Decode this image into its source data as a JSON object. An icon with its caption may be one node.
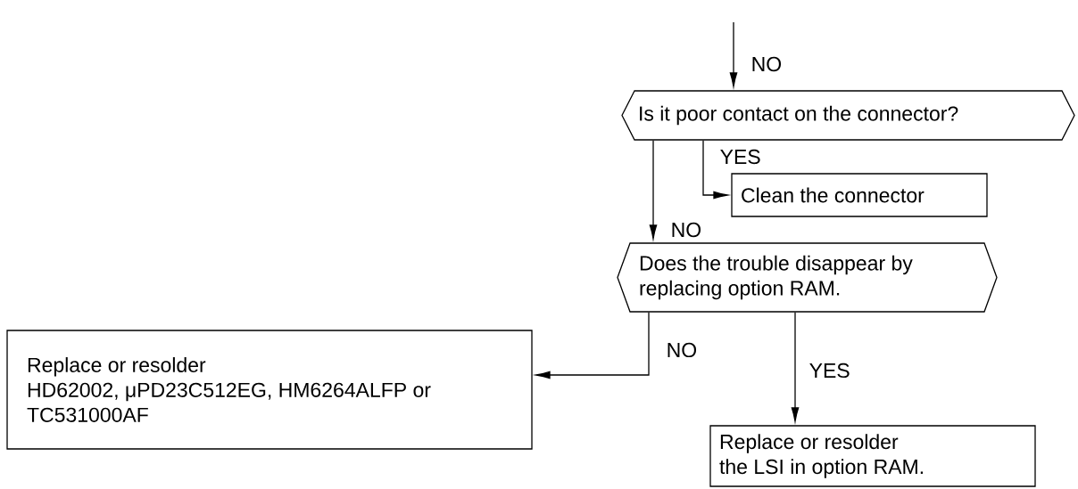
{
  "diagram": {
    "nodes": [
      {
        "text": [
          "Is it poor contact on the connector?"
        ]
      },
      {
        "text": [
          "Clean the connector"
        ]
      },
      {
        "text": [
          "Does the trouble disappear by replacing option RAM."
        ]
      },
      {
        "text": [
          "Replace or resolder",
          "HD62002, μPD23C512EG, HM6264ALFP or TC531000AF"
        ]
      },
      {
        "text": [
          "Replace or resolder",
          "the LSI in option RAM."
        ]
      }
    ],
    "edges": [
      {
        "from": null,
        "to": 0,
        "arrow": "to",
        "label": "NO"
      },
      {
        "from": 0,
        "to": 1,
        "arrow": "to",
        "label": "YES"
      },
      {
        "from": 0,
        "to": 2,
        "arrow": "to",
        "label": "NO"
      },
      {
        "from": 2,
        "to": 3,
        "arrow": "to",
        "label": "NO"
      },
      {
        "from": 2,
        "to": 4,
        "arrow": "to",
        "label": "YES"
      }
    ]
  }
}
